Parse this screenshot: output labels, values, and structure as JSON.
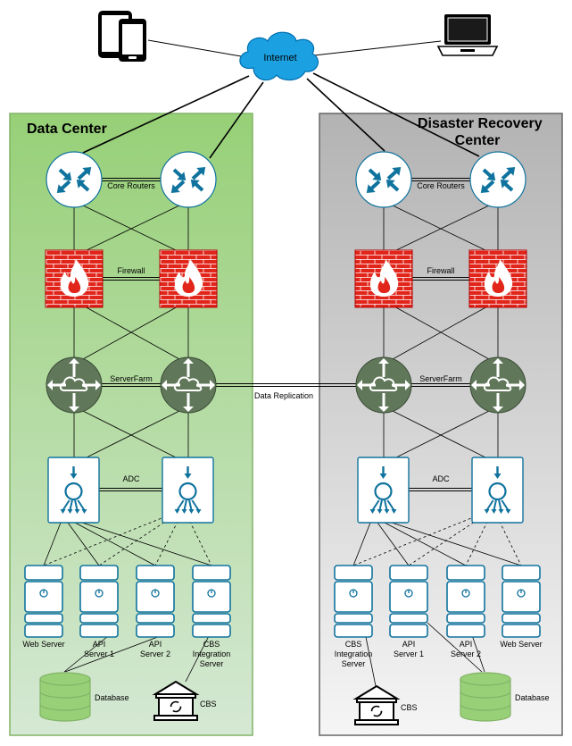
{
  "internet": {
    "label": "Internet",
    "color": "#1ba1e2"
  },
  "left": {
    "title": "Data Center",
    "bg_top": "#97d077",
    "bg_bottom": "#d5e8d4",
    "routers_label": "Core Routers",
    "firewall_label": "Firewall",
    "serverfarm_label": "ServerFarm",
    "adc_label": "ADC",
    "servers": [
      "Web Server",
      "API\nServer 1",
      "API\nServer 2",
      "CBS\nIntegration\nServer"
    ],
    "database_label": "Database",
    "cbs_label": "CBS"
  },
  "right": {
    "title": "Disaster Recovery\nCenter",
    "bg_top": "#b3b3b3",
    "bg_bottom": "#f5f5f5",
    "routers_label": "Core Routers",
    "firewall_label": "Firewall",
    "serverfarm_label": "ServerFarm",
    "adc_label": "ADC",
    "servers": [
      "CBS\nIntegration\nServer",
      "API\nServer 1",
      "API\nServer 2",
      "Web Server"
    ],
    "database_label": "Database",
    "cbs_label": "CBS"
  },
  "replication_label": "Data Replication",
  "colors": {
    "router_arrow": "#10739e",
    "firewall_red": "#e1251b",
    "farm_green": "#60775a",
    "device_blue": "#10739e",
    "db_green": "#97d077"
  },
  "icons": [
    "tablet-phone-icon",
    "laptop-icon",
    "cloud-icon",
    "router-icon",
    "firewall-icon",
    "server-farm-icon",
    "adc-icon",
    "server-icon",
    "database-icon",
    "bank-icon"
  ]
}
